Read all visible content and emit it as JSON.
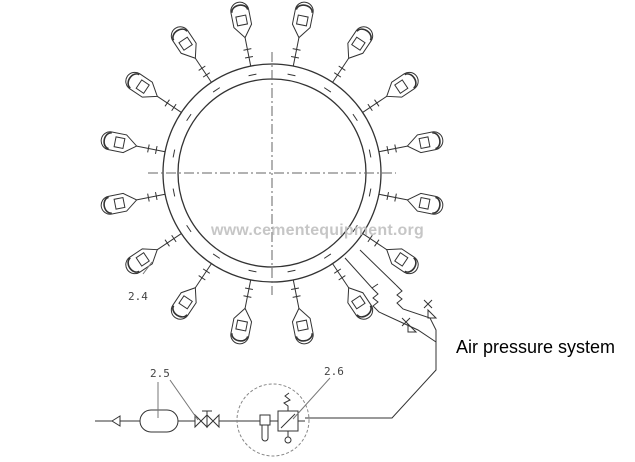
{
  "labels": {
    "nozzle": "2.4",
    "tank_valve": "2.5",
    "regulator": "2.6"
  },
  "caption": "Air pressure system",
  "watermark": "www.cementequipment.org",
  "diagram": {
    "nozzle_count": 16
  }
}
